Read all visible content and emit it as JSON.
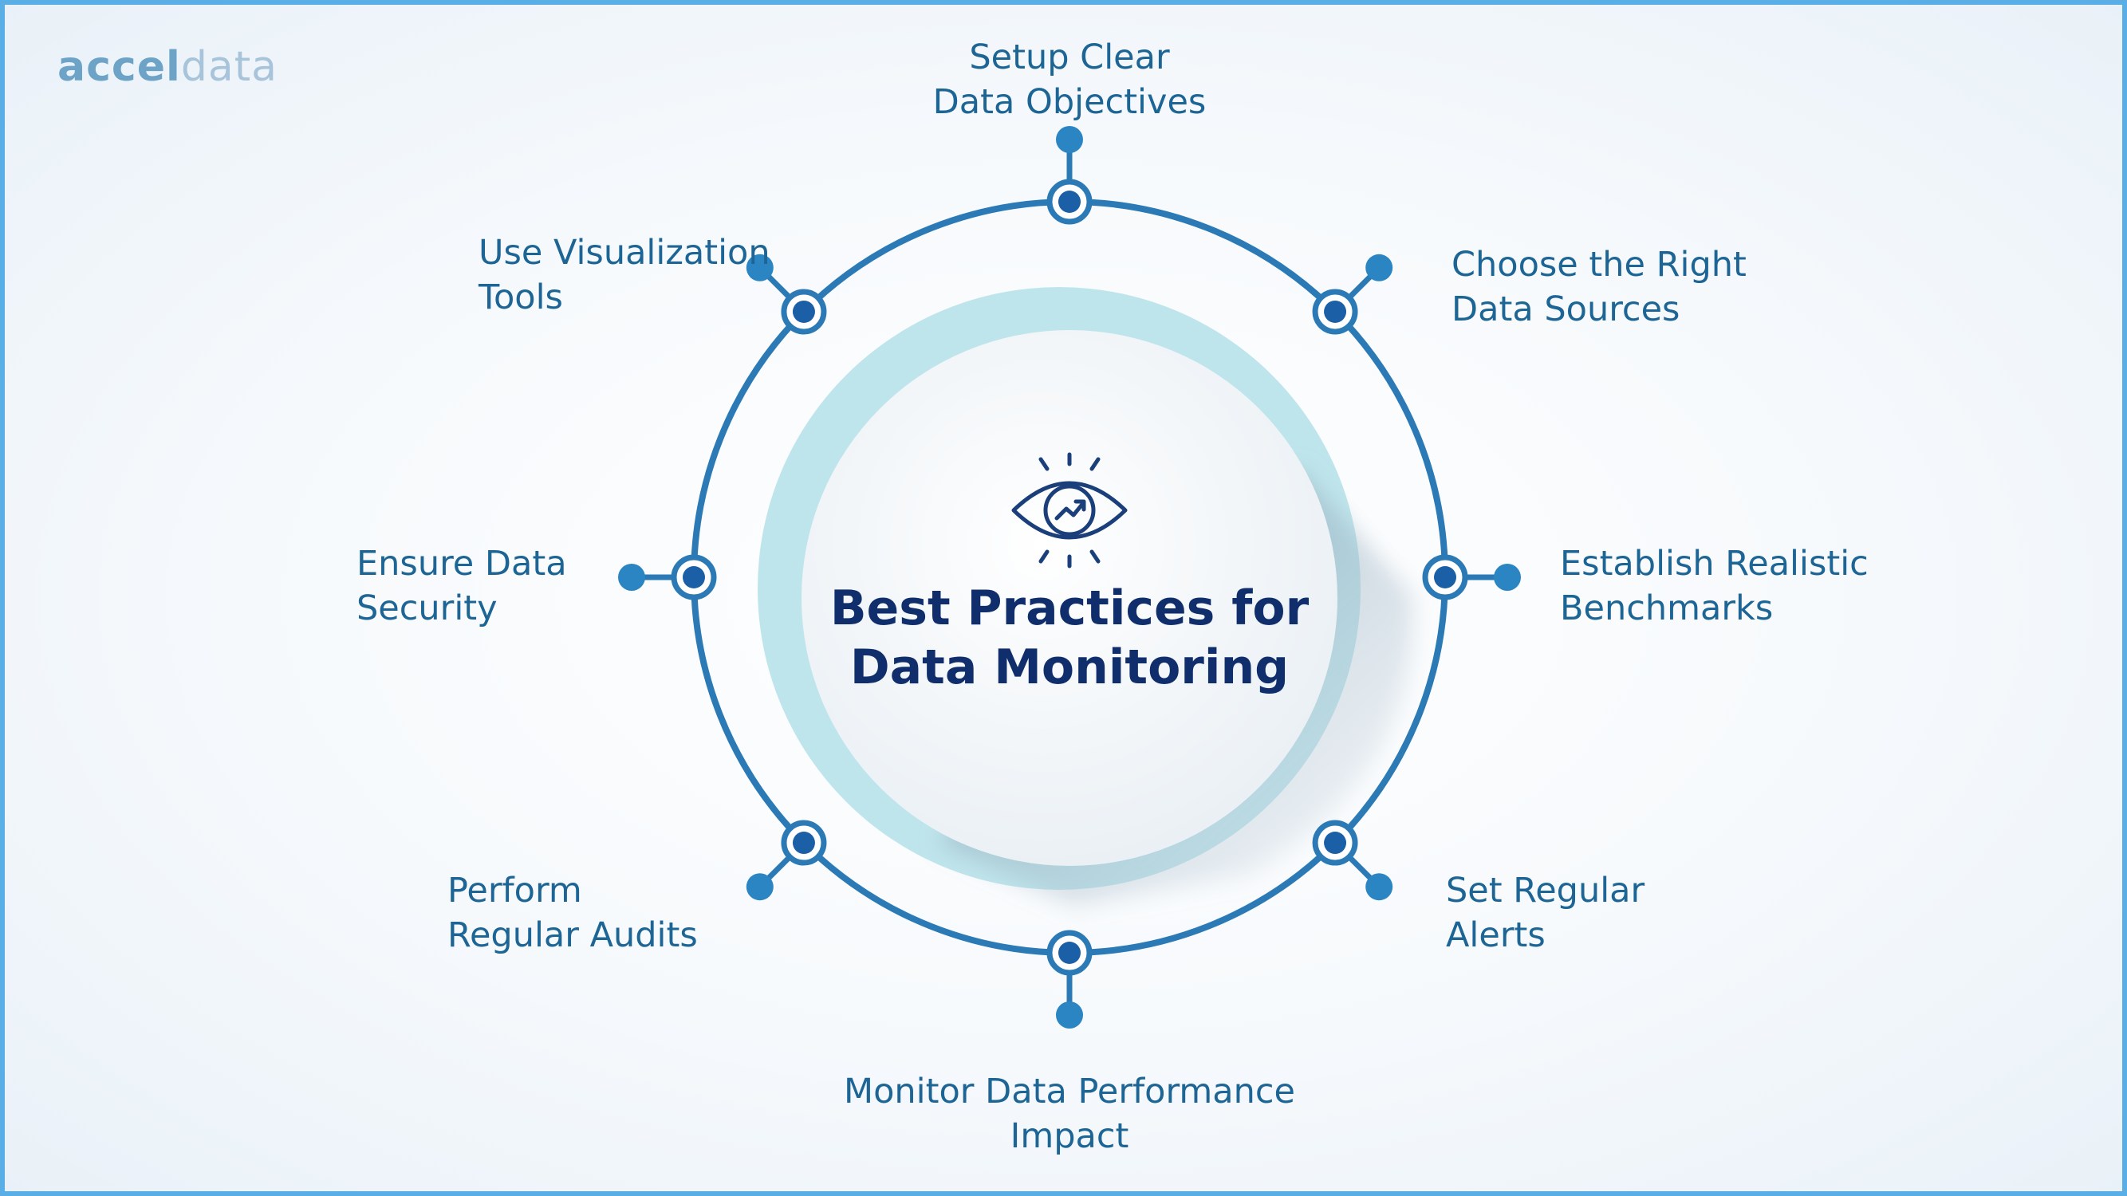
{
  "brand": {
    "part1": "accel",
    "part2": "data"
  },
  "center": {
    "line1": "Best Practices for",
    "line2": "Data Monitoring",
    "icon": "eye-trend-icon"
  },
  "nodes": [
    {
      "line1": "Setup Clear",
      "line2": "Data Objectives"
    },
    {
      "line1": "Choose the Right",
      "line2": "Data Sources"
    },
    {
      "line1": "Establish Realistic",
      "line2": "Benchmarks"
    },
    {
      "line1": "Set Regular",
      "line2": "Alerts"
    },
    {
      "line1": "Monitor Data Performance",
      "line2": "Impact"
    },
    {
      "line1": "Perform",
      "line2": "Regular Audits"
    },
    {
      "line1": "Ensure Data",
      "line2": "Security"
    },
    {
      "line1": "Use Visualization",
      "line2": "Tools"
    }
  ],
  "colors": {
    "ring": "#2b7ab5",
    "node_dark": "#1b5fa6",
    "connector_dot": "#2a85c2",
    "label_text": "#1d6595",
    "title_text": "#0f2e6b",
    "pale_ring": "#bfe5ec",
    "frame": "#5aaee6"
  }
}
